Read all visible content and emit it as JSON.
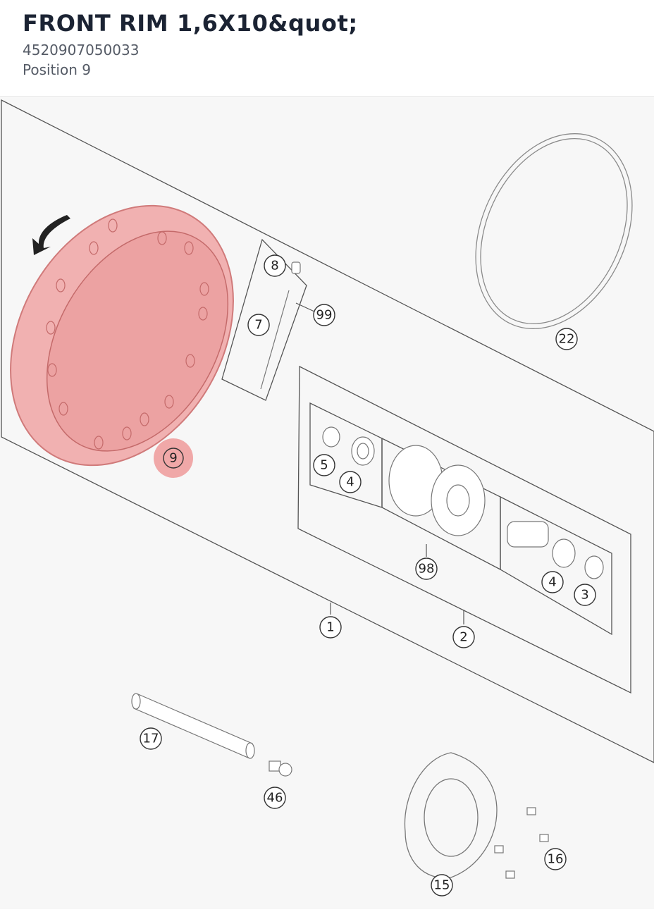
{
  "part": {
    "title": "FRONT RIM 1,6X10&quot;",
    "number": "4520907050033",
    "position": "Position 9"
  },
  "diagram": {
    "callouts": {
      "c1": "1",
      "c2": "2",
      "c3": "3",
      "c4a": "4",
      "c4b": "4",
      "c5": "5",
      "c7": "7",
      "c8": "8",
      "c9": "9",
      "c15": "15",
      "c16": "16",
      "c17": "17",
      "c22": "22",
      "c46": "46",
      "c98": "98",
      "c99": "99"
    },
    "colors": {
      "highlight": "#f0a8a8",
      "line": "#555555",
      "background": "#f7f7f7"
    },
    "selected_position": "9"
  }
}
